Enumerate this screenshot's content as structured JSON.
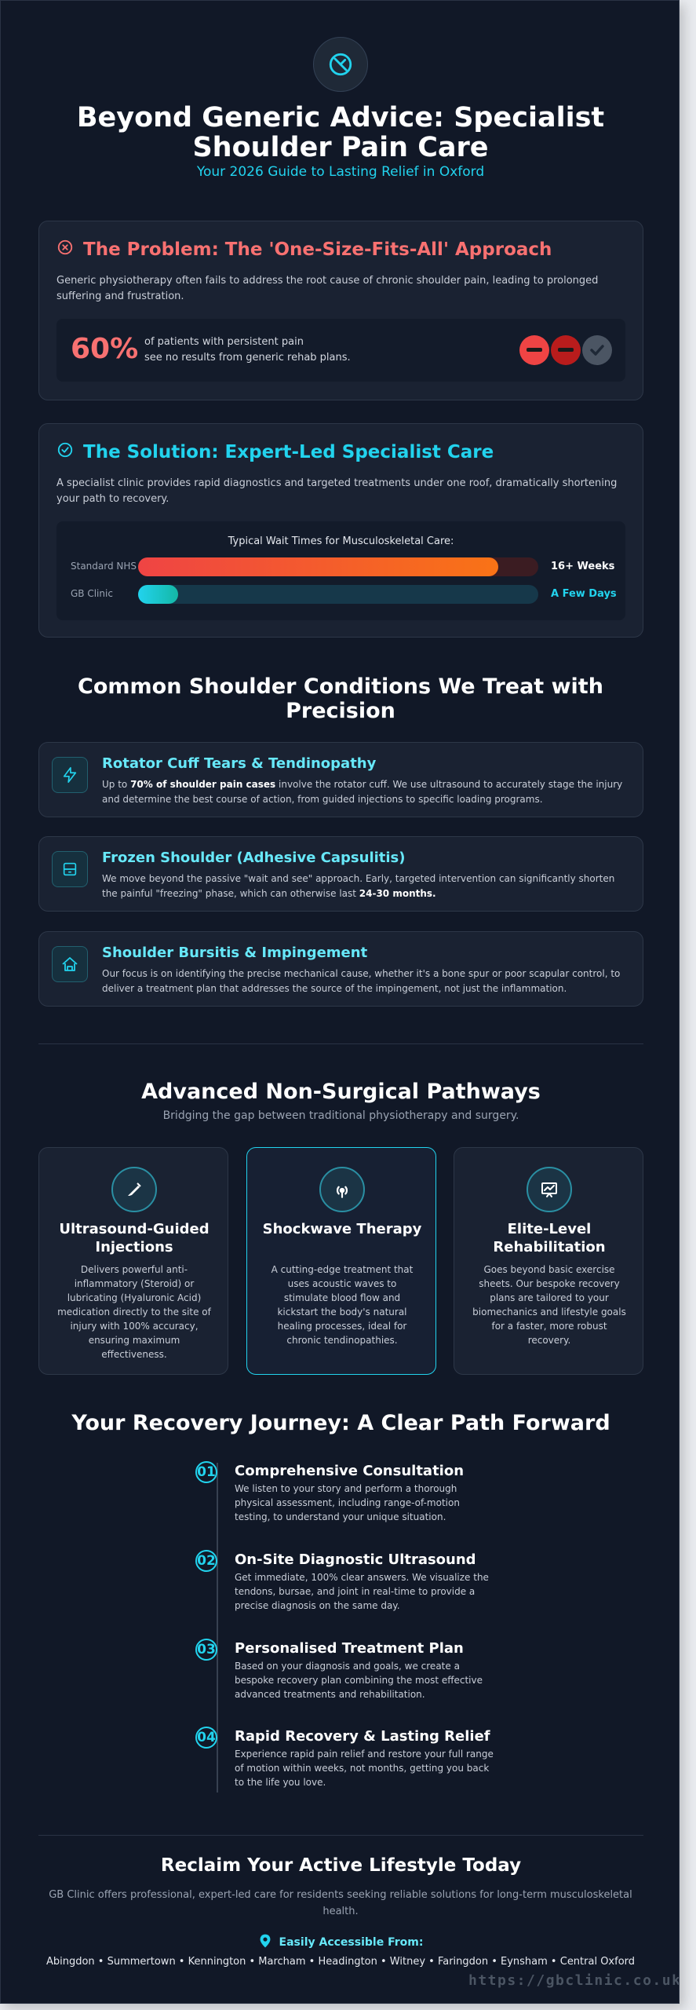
{
  "hero": {
    "title": "Beyond Generic Advice: Specialist Shoulder Pain Care",
    "subtitle": "Your 2026 Guide to Lasting Relief in Oxford",
    "icon": "shoulder-pain-icon"
  },
  "problem": {
    "title": "The Problem: The 'One-Size-Fits-All' Approach",
    "body": "Generic physiotherapy often fails to address the root cause of chronic shoulder pain, leading to prolonged suffering and frustration.",
    "stat_value": "60%",
    "stat_line1": "of patients with persistent pain",
    "stat_line2": "see no results from generic rehab plans.",
    "accent": "#f87171"
  },
  "solution": {
    "title": "The Solution: Expert-Led Specialist Care",
    "body": "A specialist clinic provides rapid diagnostics and targeted treatments under one roof, dramatically shortening your path to recovery.",
    "chart_title": "Typical Wait Times for Musculoskeletal Care:",
    "accent": "#22d3ee"
  },
  "chart_data": {
    "type": "bar",
    "title": "Typical Wait Times for Musculoskeletal Care:",
    "categories": [
      "Standard NHS",
      "GB Clinic"
    ],
    "values": [
      0.9,
      0.1
    ],
    "value_labels": [
      "16+ Weeks",
      "A Few Days"
    ],
    "colors": [
      "#f97316",
      "#22d3ee"
    ]
  },
  "conditions": {
    "heading": "Common Shoulder Conditions We Treat with Precision",
    "items": [
      {
        "title": "Rotator Cuff Tears & Tendinopathy",
        "desc_pre": "Up to ",
        "desc_bold": "70% of shoulder pain cases",
        "desc_post": " involve the rotator cuff. We use ultrasound to accurately stage the injury and determine the best course of action, from guided injections to specific loading programs."
      },
      {
        "title": "Frozen Shoulder (Adhesive Capsulitis)",
        "desc_pre": "We move beyond the passive \"wait and see\" approach. Early, targeted intervention can significantly shorten the painful \"freezing\" phase, which can otherwise last ",
        "desc_bold": "24-30 months.",
        "desc_post": ""
      },
      {
        "title": "Shoulder Bursitis & Impingement",
        "desc_pre": "Our focus is on identifying the precise mechanical cause, whether it's a bone spur or poor scapular control, to deliver a treatment plan that addresses the source of the impingement, not just the inflammation.",
        "desc_bold": "",
        "desc_post": ""
      }
    ]
  },
  "pathways": {
    "heading": "Advanced Non-Surgical Pathways",
    "subheading": "Bridging the gap between traditional physiotherapy and surgery.",
    "items": [
      {
        "title": "Ultrasound-Guided Injections",
        "desc": "Delivers powerful anti-inflammatory (Steroid) or lubricating (Hyaluronic Acid) medication directly to the site of injury with 100% accuracy, ensuring maximum effectiveness."
      },
      {
        "title": "Shockwave Therapy",
        "desc": "A cutting-edge treatment that uses acoustic waves to stimulate blood flow and kickstart the body's natural healing processes, ideal for chronic tendinopathies."
      },
      {
        "title": "Elite-Level Rehabilitation",
        "desc": "Goes beyond basic exercise sheets. Our bespoke recovery plans are tailored to your biomechanics and lifestyle goals for a faster, more robust recovery."
      }
    ]
  },
  "journey": {
    "heading": "Your Recovery Journey: A Clear Path Forward",
    "steps": [
      {
        "num": "01",
        "title": "Comprehensive Consultation",
        "desc": "We listen to your story and perform a thorough physical assessment, including range-of-motion testing, to understand your unique situation."
      },
      {
        "num": "02",
        "title": "On-Site Diagnostic Ultrasound",
        "desc": "Get immediate, 100% clear answers. We visualize the tendons, bursae, and joint in real-time to provide a precise diagnosis on the same day."
      },
      {
        "num": "03",
        "title": "Personalised Treatment Plan",
        "desc": "Based on your diagnosis and goals, we create a bespoke recovery plan combining the most effective advanced treatments and rehabilitation."
      },
      {
        "num": "04",
        "title": "Rapid Recovery & Lasting Relief",
        "desc": "Experience rapid pain relief and restore your full range of motion within weeks, not months, getting you back to the life you love."
      }
    ]
  },
  "footer": {
    "heading": "Reclaim Your Active Lifestyle Today",
    "body": "GB Clinic offers professional, expert-led care for residents seeking reliable solutions for long-term musculoskeletal health.",
    "access_label": "Easily Accessible From:",
    "locations": "Abingdon • Summertown • Kennington • Marcham • Headington • Witney • Faringdon • Eynsham • Central Oxford",
    "url": "https://gbclinic.co.uk"
  }
}
